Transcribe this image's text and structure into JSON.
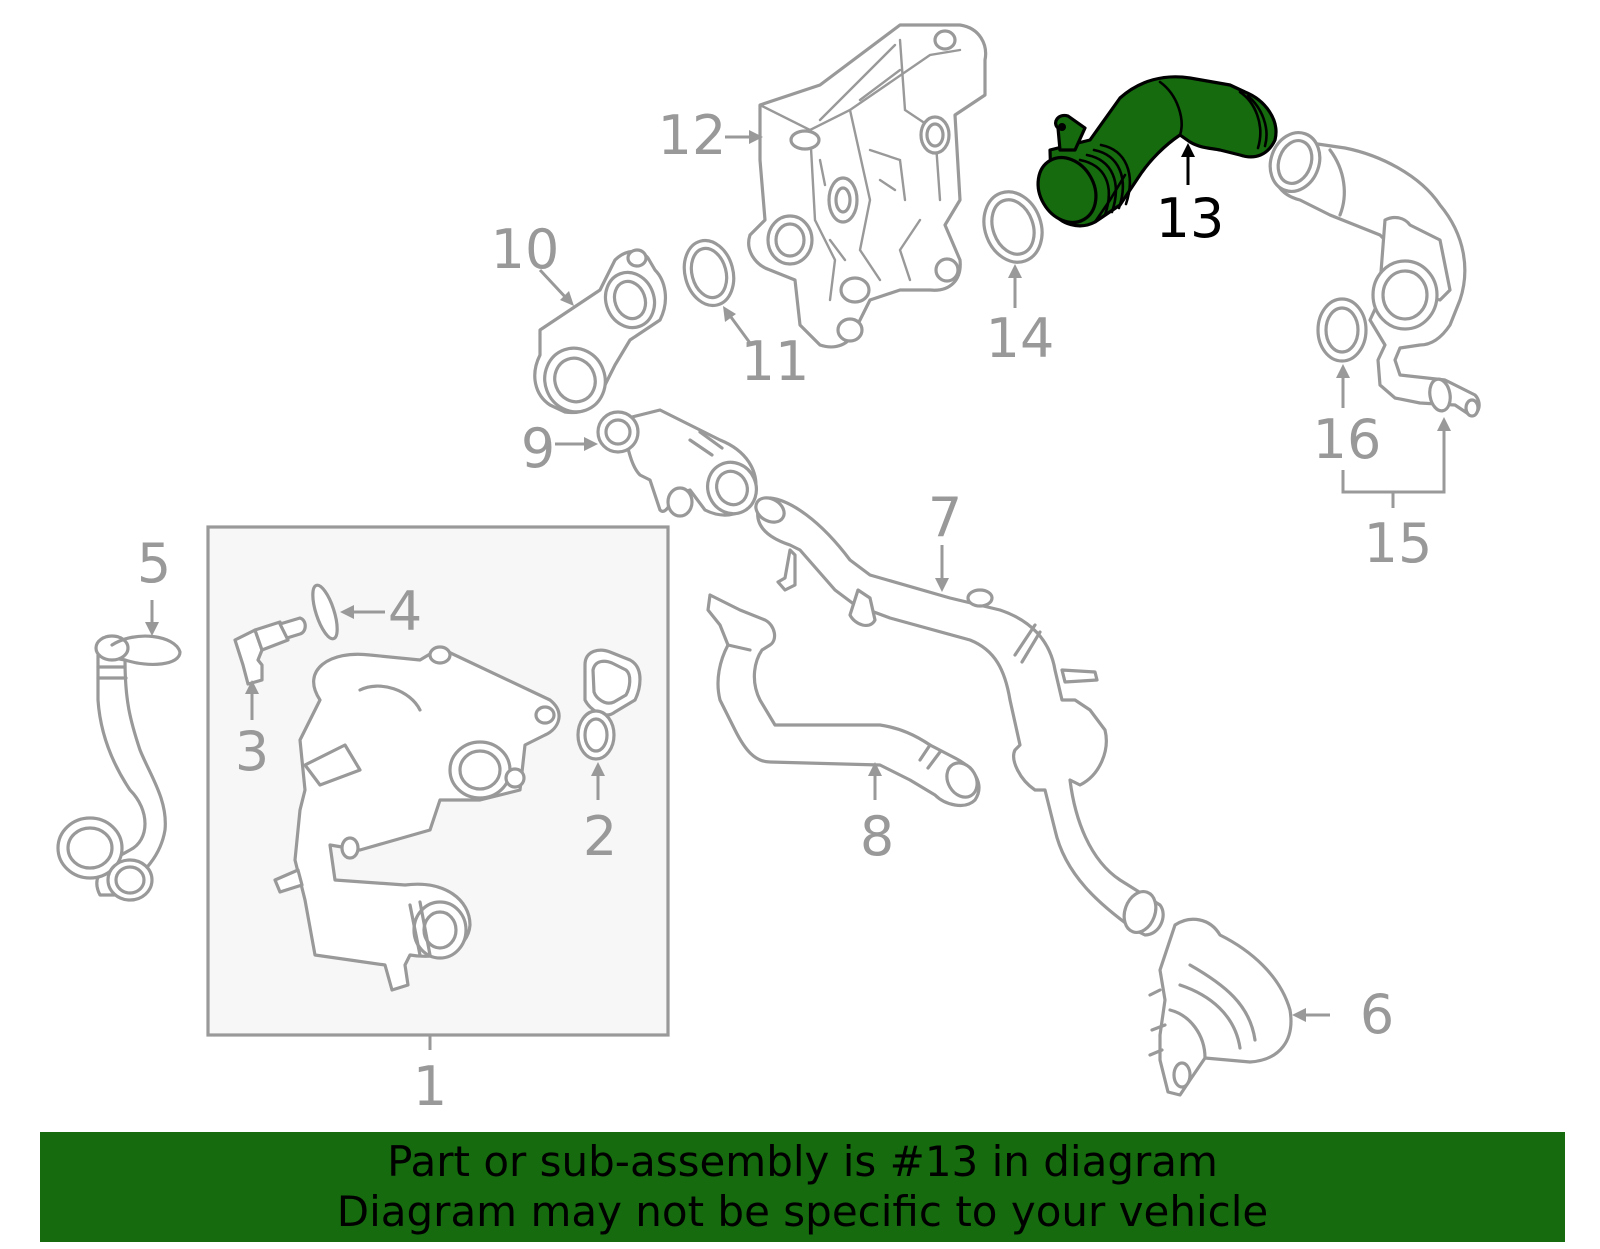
{
  "diagram": {
    "highlight_color": "#156b0e",
    "part_color": "#999999",
    "callouts": {
      "c1": "1",
      "c2": "2",
      "c3": "3",
      "c4": "4",
      "c5": "5",
      "c6": "6",
      "c7": "7",
      "c8": "8",
      "c9": "9",
      "c10": "10",
      "c11": "11",
      "c12": "12",
      "c13": "13",
      "c14": "14",
      "c15": "15",
      "c16": "16"
    },
    "highlighted_part": "13"
  },
  "banner": {
    "line1": "Part or sub-assembly is #13 in diagram",
    "line2": "Diagram may not be specific to your vehicle"
  }
}
